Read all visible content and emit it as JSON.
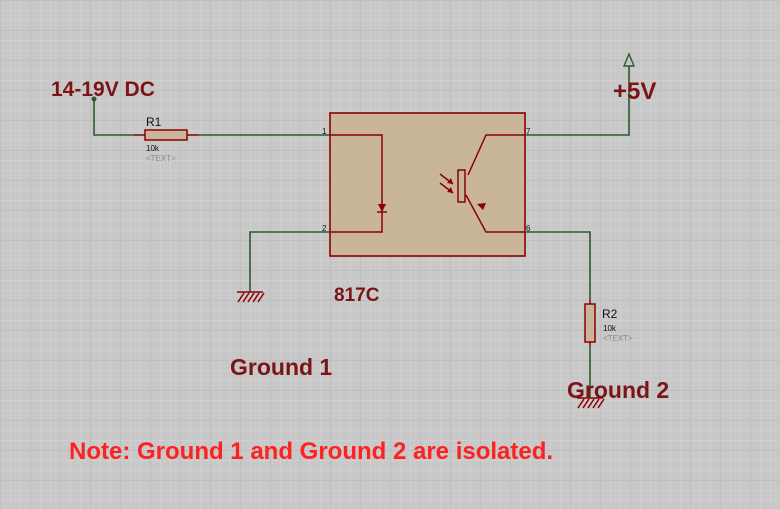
{
  "labels": {
    "supply": "14-19V DC",
    "vcc": "+5V",
    "chip": "817C",
    "ground1": "Ground 1",
    "ground2": "Ground 2",
    "note": "Note: Ground 1 and Ground 2 are isolated."
  },
  "r1": {
    "ref": "R1",
    "value": "10k",
    "text": "<TEXT>"
  },
  "r2": {
    "ref": "R2",
    "value": "10k",
    "text": "<TEXT>"
  },
  "pins": {
    "p1": "1",
    "p2": "2",
    "p7": "7",
    "p6": "6"
  },
  "colors": {
    "background": "#c8c8c8",
    "grid_minor": "#d6d6d6",
    "grid_major": "#b4b4b4",
    "wire": "#2e5a2e",
    "component": "#8b0000",
    "chip_fill": "#c8b59a",
    "label": "#7b1515",
    "note": "#ff2020"
  }
}
